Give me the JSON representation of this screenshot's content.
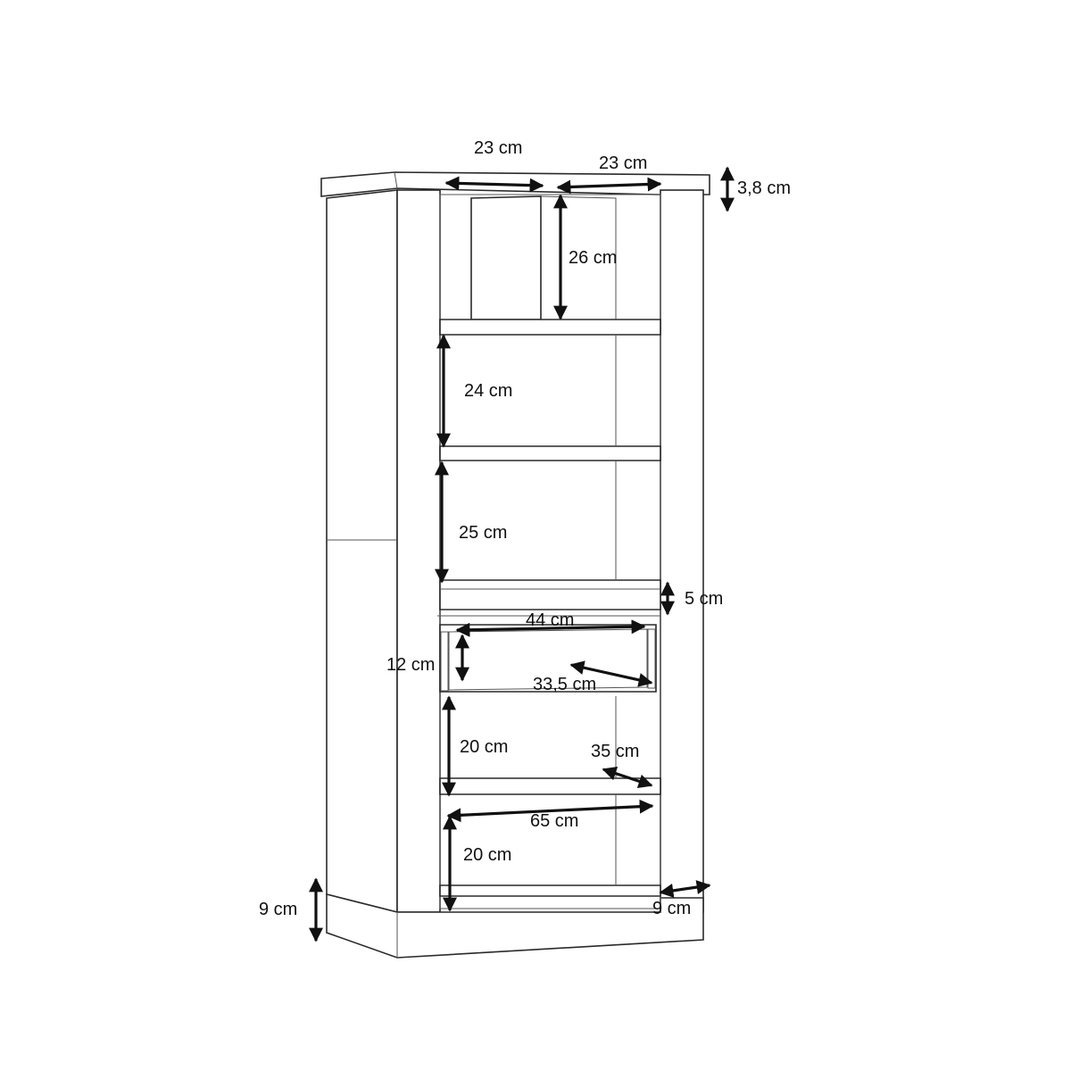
{
  "dimensions": {
    "top_width_left": "23 cm",
    "top_width_right": "23 cm",
    "top_thickness": "3,8 cm",
    "shelf_top_height": "26 cm",
    "shelf_2_height": "24 cm",
    "shelf_3_height": "25 cm",
    "rail_height": "5 cm",
    "drawer_width": "44 cm",
    "drawer_height": "12 cm",
    "drawer_depth": "33,5 cm",
    "shelf_4_height": "20 cm",
    "cabinet_depth": "35 cm",
    "inner_width": "65 cm",
    "shelf_bottom_height": "20 cm",
    "plinth_height": "9 cm",
    "side_panel_width": "9 cm"
  },
  "colors": {
    "line": "#2a2a2a",
    "arrow": "#111111",
    "background": "#ffffff"
  }
}
